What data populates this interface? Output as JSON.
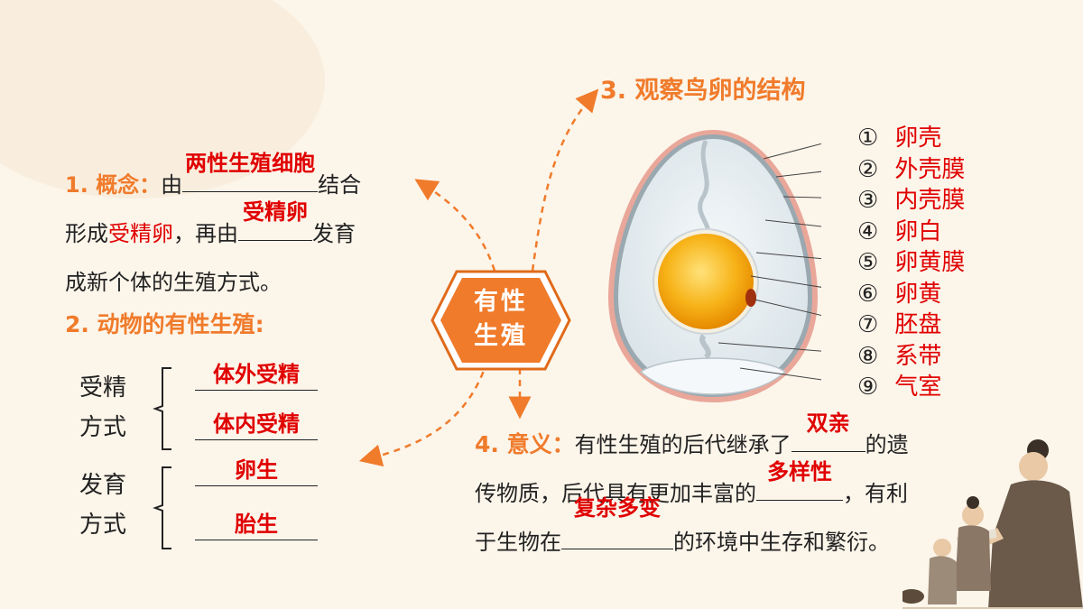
{
  "center_badge": {
    "line1": "有性",
    "line2": "生殖"
  },
  "section1": {
    "heading": "1. 概念：",
    "text_a": "由",
    "fill_a": "两性生殖细胞",
    "text_b": "结合",
    "text_c": "形成",
    "inline_red": "受精卵",
    "text_d": "，再由",
    "fill_b": "受精卵",
    "text_e": "发育",
    "text_f": "成新个体的生殖方式。"
  },
  "section2": {
    "heading": "2. 动物的有性生殖:",
    "group1": {
      "label_line1": "受精",
      "label_line2": "方式",
      "fill1": "体外受精",
      "fill2": "体内受精"
    },
    "group2": {
      "label_line1": "发育",
      "label_line2": "方式",
      "fill1": "卵生",
      "fill2": "胎生"
    }
  },
  "section3": {
    "heading": "3. 观察鸟卵的结构",
    "parts": [
      {
        "num": "①",
        "name": "卵壳"
      },
      {
        "num": "②",
        "name": "外壳膜"
      },
      {
        "num": "③",
        "name": "内壳膜"
      },
      {
        "num": "④",
        "name": "卵白"
      },
      {
        "num": "⑤",
        "name": "卵黄膜"
      },
      {
        "num": "⑥",
        "name": "卵黄"
      },
      {
        "num": "⑦",
        "name": "胚盘"
      },
      {
        "num": "⑧",
        "name": "系带"
      },
      {
        "num": "⑨",
        "name": "气室"
      }
    ]
  },
  "section4": {
    "heading": "4. 意义：",
    "text_a": "有性生殖的后代继承了",
    "fill_a": "双亲",
    "text_b": "的遗",
    "text_c": "传物质，后代具有更加丰富的",
    "fill_b": "多样性",
    "text_d": "，有利",
    "text_e": "于生物在",
    "fill_c": "复杂多变",
    "text_f": "的环境中生存和繁衍。"
  },
  "colors": {
    "accent": "#f07b2b",
    "answer": "#e00000",
    "background": "#fcf5ea"
  }
}
